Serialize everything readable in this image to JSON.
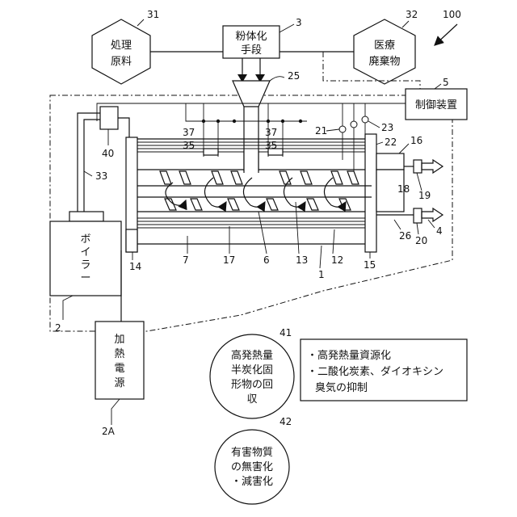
{
  "figure_number": "100",
  "nodes": {
    "raw_material": {
      "ref": "31",
      "line1": "処理",
      "line2": "原料"
    },
    "powderizer": {
      "ref": "3",
      "line1": "粉体化",
      "line2": "手段"
    },
    "medical_waste": {
      "ref": "32",
      "line1": "医療",
      "line2": "廃棄物"
    },
    "hopper": {
      "ref": "25"
    },
    "controller": {
      "ref": "5",
      "label": "制御装置"
    },
    "boiler": {
      "ref": "2",
      "label": "ボイラー"
    },
    "power_supply": {
      "ref": "2A",
      "label": "加熱電源"
    },
    "recovery": {
      "ref": "41",
      "line1": "高発熱量",
      "line2": "半炭化固",
      "line3": "形物の回",
      "line4": "収"
    },
    "detox": {
      "ref": "42",
      "line1": "有害物質",
      "line2": "の無害化",
      "line3": "・減害化"
    }
  },
  "benefits": {
    "item1": "・高発熱量資源化",
    "item2": "・二酸化炭素、ダイオキシン",
    "item3": "臭気の抑制"
  },
  "refs": {
    "r1": "1",
    "r4": "4",
    "r6": "6",
    "r7": "7",
    "r12": "12",
    "r13": "13",
    "r14": "14",
    "r15": "15",
    "r16": "16",
    "r17": "17",
    "r18": "18",
    "r19": "19",
    "r20": "20",
    "r21": "21",
    "r22": "22",
    "r23": "23",
    "r26": "26",
    "r33": "33",
    "r35a": "35",
    "r35b": "35",
    "r37a": "37",
    "r37b": "37",
    "r40": "40"
  }
}
